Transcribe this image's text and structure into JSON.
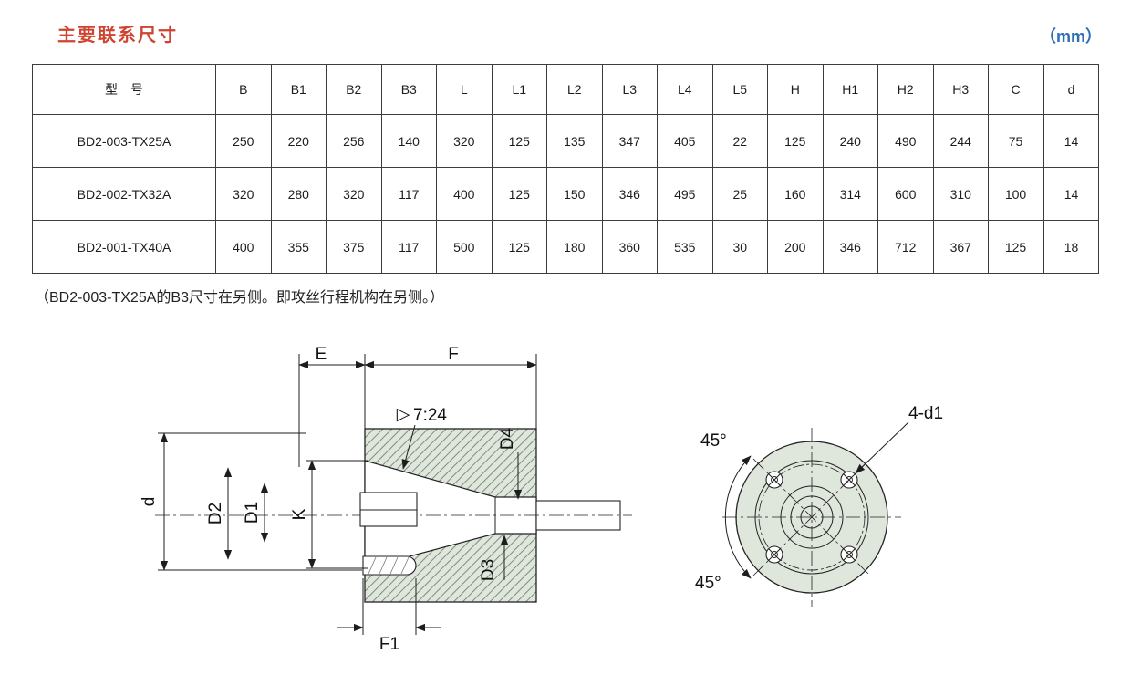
{
  "colors": {
    "title_red": "#cf4430",
    "unit_blue": "#2f6eb5",
    "drawing_fill": "#dfe6dc"
  },
  "header": {
    "title": "主要联系尺寸",
    "unit": "（mm）"
  },
  "table": {
    "headers": [
      "型　号",
      "B",
      "B1",
      "B2",
      "B3",
      "L",
      "L1",
      "L2",
      "L3",
      "L4",
      "L5",
      "H",
      "H1",
      "H2",
      "H3",
      "C",
      "d"
    ],
    "rows": [
      [
        "BD2-003-TX25A",
        "250",
        "220",
        "256",
        "140",
        "320",
        "125",
        "135",
        "347",
        "405",
        "22",
        "125",
        "240",
        "490",
        "244",
        "75",
        "14"
      ],
      [
        "BD2-002-TX32A",
        "320",
        "280",
        "320",
        "117",
        "400",
        "125",
        "150",
        "346",
        "495",
        "25",
        "160",
        "314",
        "600",
        "310",
        "100",
        "14"
      ],
      [
        "BD2-001-TX40A",
        "400",
        "355",
        "375",
        "117",
        "500",
        "125",
        "180",
        "360",
        "535",
        "30",
        "200",
        "346",
        "712",
        "367",
        "125",
        "18"
      ]
    ]
  },
  "note": "（BD2-003-TX25A的B3尺寸在另侧。即攻丝行程机构在另侧。）",
  "section_view": {
    "labels": {
      "e": "E",
      "f": "F",
      "taper_symbol": "▷",
      "taper": "7:24",
      "d": "d",
      "d2": "D2",
      "d1": "D1",
      "k": "K",
      "d4": "D4",
      "d3": "D3",
      "f1": "F1"
    }
  },
  "end_view": {
    "labels": {
      "angle_top": "45°",
      "angle_bottom": "45°",
      "holes": "4-d1"
    }
  }
}
